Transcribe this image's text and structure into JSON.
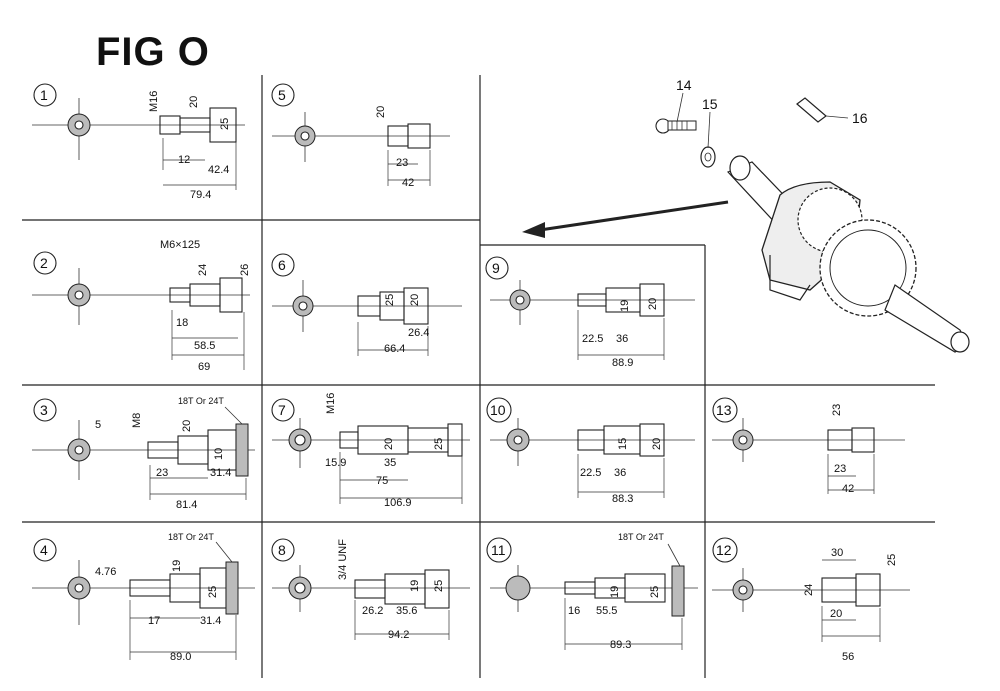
{
  "figure": {
    "title": "FIG O"
  },
  "panels": [
    {
      "id": "1",
      "dims": [
        "M16",
        "20",
        "25",
        "12",
        "42.4",
        "79.4"
      ]
    },
    {
      "id": "2",
      "dims": [
        "M6×125",
        "24",
        "26",
        "18",
        "58.5",
        "69"
      ]
    },
    {
      "id": "3",
      "dims": [
        "5",
        "M8",
        "20",
        "10",
        "23",
        "31.4",
        "81.4"
      ],
      "gear_note": "18T Or 24T"
    },
    {
      "id": "4",
      "dims": [
        "4.76",
        "19",
        "25",
        "17",
        "31.4",
        "89.0"
      ],
      "gear_note": "18T Or 24T"
    },
    {
      "id": "5",
      "dims": [
        "20",
        "23",
        "42"
      ]
    },
    {
      "id": "6",
      "dims": [
        "25",
        "20",
        "26.4",
        "66.4"
      ]
    },
    {
      "id": "7",
      "dims": [
        "M16",
        "20",
        "25",
        "15.9",
        "35",
        "75",
        "106.9"
      ]
    },
    {
      "id": "8",
      "dims": [
        "3/4 UNF",
        "19",
        "25",
        "26.2",
        "35.6",
        "94.2"
      ]
    },
    {
      "id": "9",
      "dims": [
        "19",
        "20",
        "22.5",
        "36",
        "88.9"
      ]
    },
    {
      "id": "10",
      "dims": [
        "15",
        "20",
        "22.5",
        "36",
        "88.3"
      ]
    },
    {
      "id": "11",
      "dims": [
        "19",
        "25",
        "16",
        "55.5",
        "89.3"
      ],
      "gear_note": "18T Or 24T"
    },
    {
      "id": "12",
      "dims": [
        "30",
        "25",
        "24",
        "20",
        "56"
      ]
    },
    {
      "id": "13",
      "dims": [
        "23",
        "23",
        "42"
      ]
    }
  ],
  "callouts": [
    "14",
    "15",
    "16"
  ]
}
